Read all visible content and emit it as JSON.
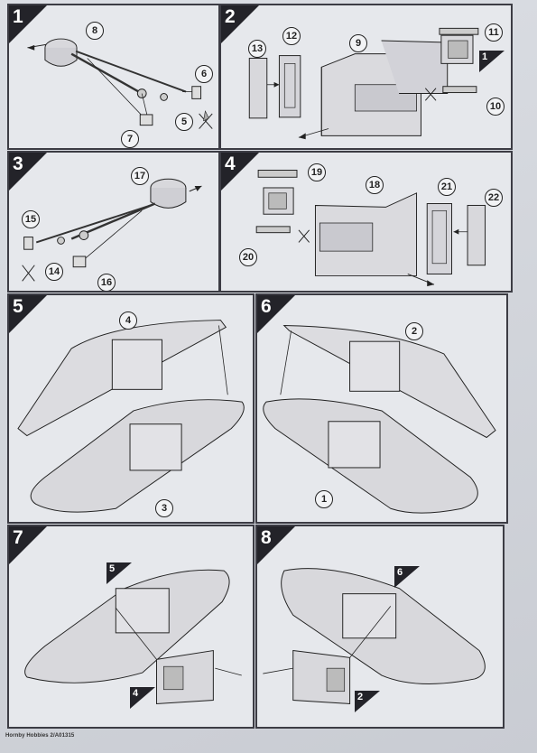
{
  "steps": [
    {
      "number": "1",
      "callouts": [
        "8",
        "6",
        "5",
        "7"
      ]
    },
    {
      "number": "2",
      "callouts": [
        "13",
        "12",
        "9",
        "11",
        "10"
      ],
      "subrefs": [
        "1"
      ]
    },
    {
      "number": "3",
      "callouts": [
        "17",
        "15",
        "14",
        "16"
      ]
    },
    {
      "number": "4",
      "callouts": [
        "19",
        "18",
        "21",
        "22",
        "20"
      ]
    },
    {
      "number": "5",
      "callouts": [
        "4",
        "3"
      ]
    },
    {
      "number": "6",
      "callouts": [
        "2",
        "1"
      ]
    },
    {
      "number": "7",
      "subrefs": [
        "5",
        "4"
      ]
    },
    {
      "number": "8",
      "subrefs": [
        "6",
        "2"
      ]
    }
  ],
  "footer": "Hornby Hobbies 2/A01315",
  "colors": {
    "ink": "#232329",
    "panel": "#e6e8ec",
    "paper": "#d3d6dc"
  }
}
